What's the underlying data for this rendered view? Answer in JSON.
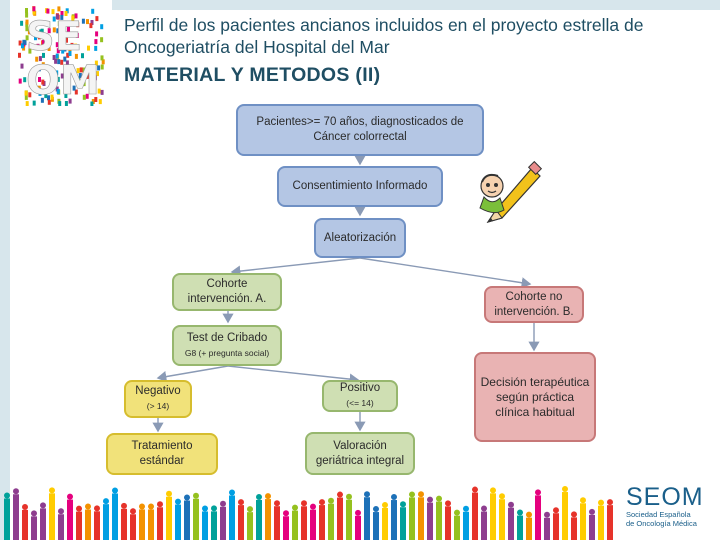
{
  "header": {
    "title": "Perfil de los pacientes ancianos incluidos en el proyecto estrella de Oncogeriatría del Hospital del Mar",
    "subtitle": "MATERIAL Y METODOS (II)"
  },
  "logo": {
    "letters": "SEOM"
  },
  "flow": {
    "pacientes": "Pacientes>= 70 años, diagnosticados de Cáncer colorrectal",
    "consentimiento": "Consentimiento Informado",
    "aleatorizacion": "Aleatorización",
    "cohorte_a": "Cohorte intervención. A.",
    "cohorte_b": "Cohorte no intervención. B.",
    "test_cribado": "Test de Cribado",
    "test_cribado_sub": "G8 (+ pregunta social)",
    "negativo": "Negativo",
    "negativo_sub": "(> 14)",
    "positivo": "Positivo",
    "positivo_sub": "(<= 14)",
    "tratamiento": "Tratamiento estándar",
    "valoracion": "Valoración geriátrica integral",
    "decision": "Decisión terapéutica según práctica clínica habitual"
  },
  "footer_logo": {
    "word": "SEOM",
    "line1": "Sociedad Española",
    "line2": "de Oncología Médica"
  },
  "colors": {
    "blue_box": "#b4c6e4",
    "green_box": "#cfdfb3",
    "pink_box": "#e9b3b3",
    "yellow_box": "#f1e27a",
    "title_text": "#1f4e63"
  }
}
